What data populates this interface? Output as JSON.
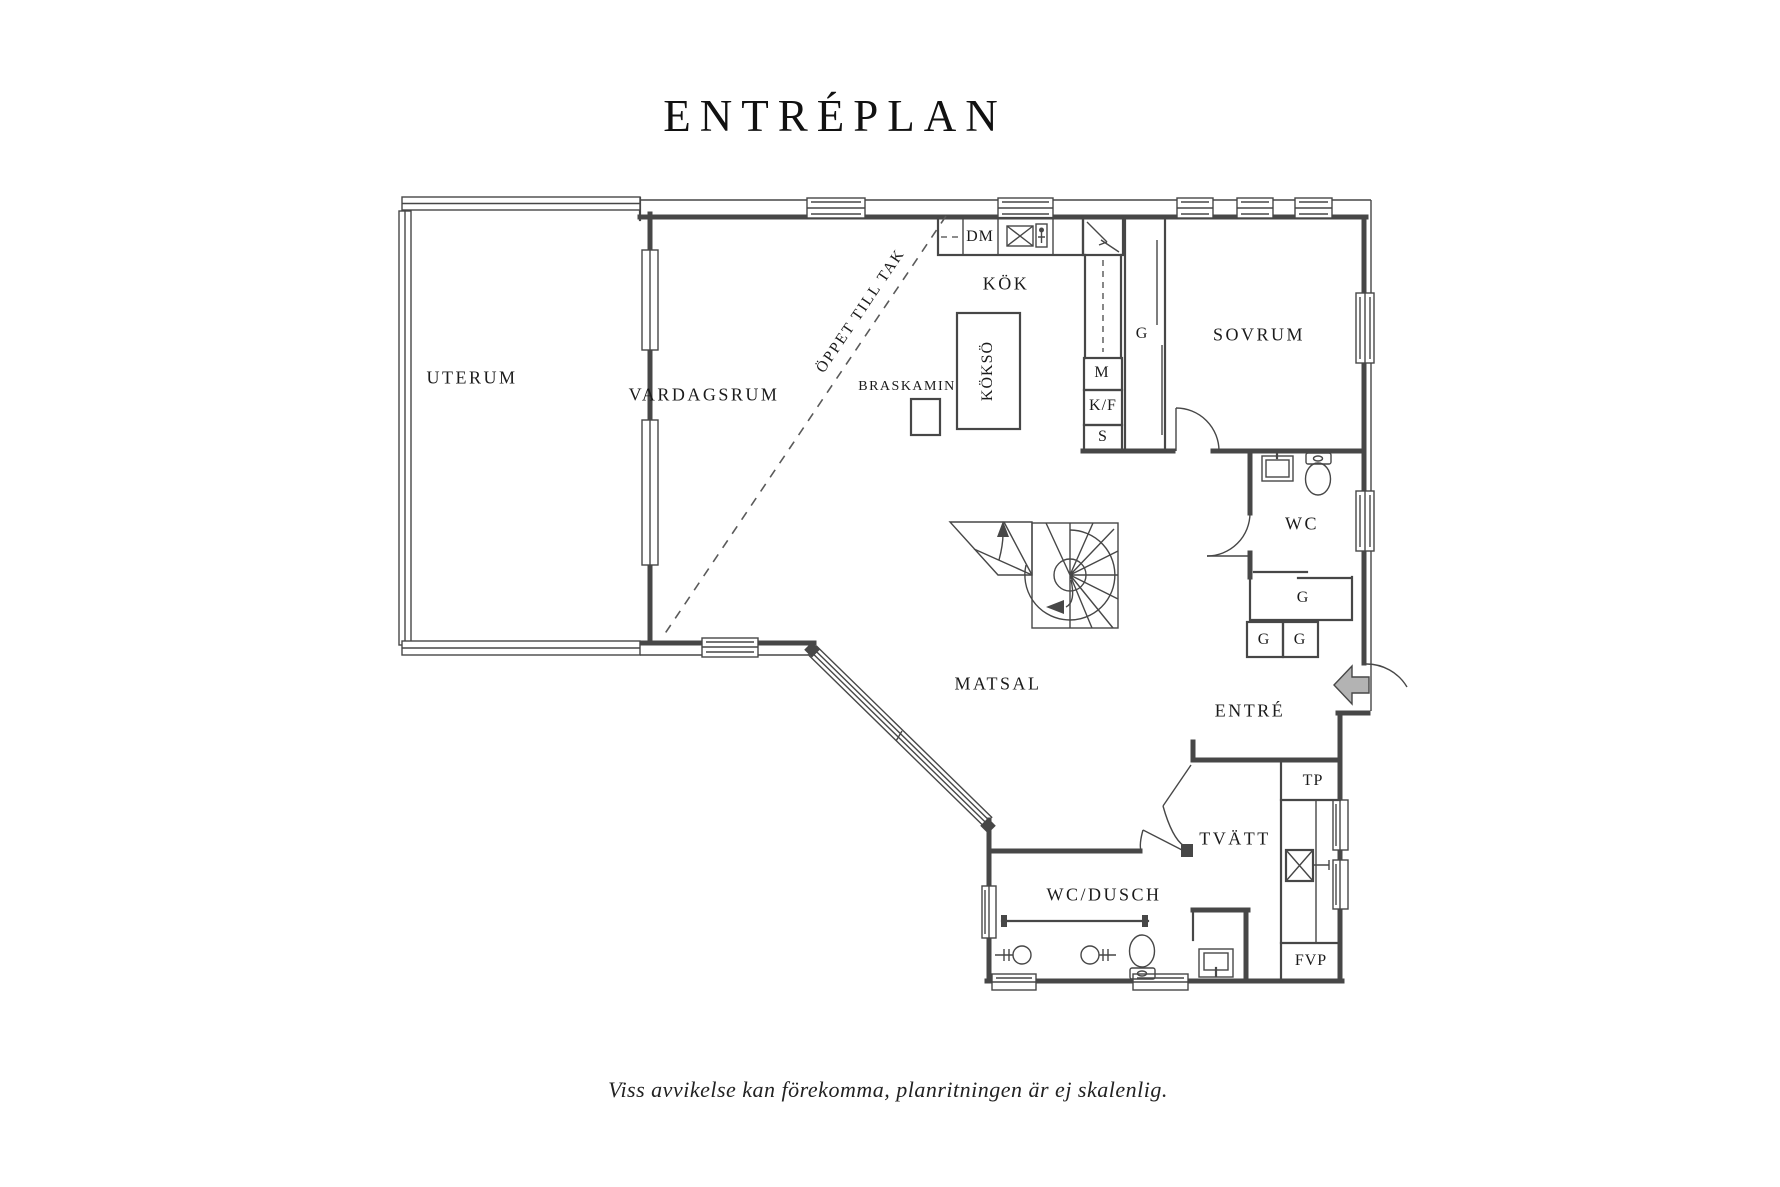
{
  "title": "ENTRÉPLAN",
  "footer_note": "Viss avvikelse kan förekomma, planritningen är ej skalenlig.",
  "rooms": {
    "uterum": "UTERUM",
    "vardagsrum": "VARDAGSRUM",
    "kok": "KÖK",
    "matsal": "MATSAL",
    "sovrum": "SOVRUM",
    "wc": "WC",
    "entre": "ENTRÉ",
    "tvatt": "TVÄTT",
    "wc_dusch": "WC/DUSCH"
  },
  "features": {
    "koks_o": "KÖKSÖ",
    "braskamin": "BRASKAMIN",
    "oppet_till_tak": "ÖPPET TILL TAK",
    "dm": "DM",
    "m": "M",
    "kf": "K/F",
    "s": "S",
    "garderob": "G",
    "tp": "TP",
    "fvp": "FVP"
  },
  "colors": {
    "wall": "#474747",
    "text": "#1b1b1b",
    "entry_arrow": "#b3b3b3",
    "background": "#ffffff"
  }
}
